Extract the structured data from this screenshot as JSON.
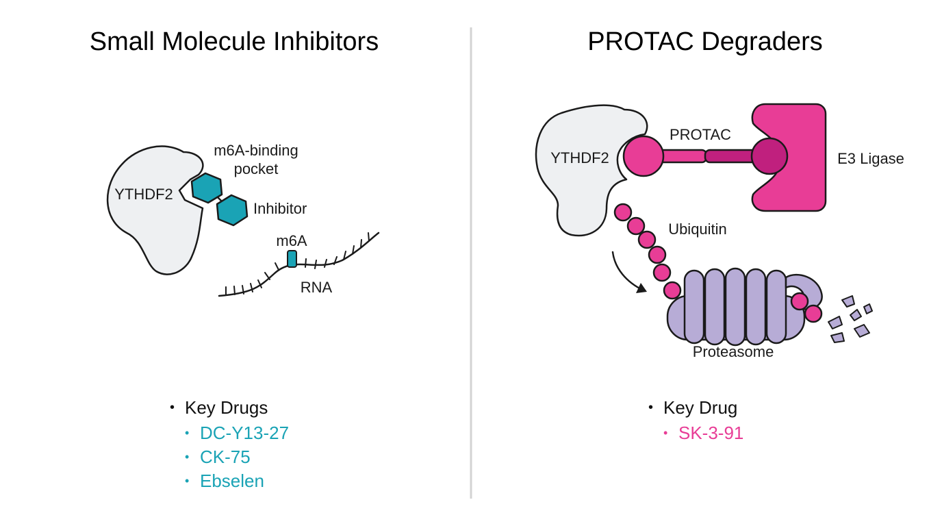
{
  "left_panel": {
    "title": "Small Molecule Inhibitors",
    "labels": {
      "protein": "YTHDF2",
      "pocket_line1": "m6A-binding",
      "pocket_line2": "pocket",
      "inhibitor": "Inhibitor",
      "mark": "m6A",
      "rna": "RNA"
    },
    "drugs_heading": "Key Drugs",
    "drugs": [
      "DC-Y13-27",
      "CK-75",
      "Ebselen"
    ]
  },
  "right_panel": {
    "title": "PROTAC Degraders",
    "labels": {
      "protein": "YTHDF2",
      "protac": "PROTAC",
      "ligase": "E3 Ligase",
      "ubiquitin": "Ubiquitin",
      "proteasome": "Proteasome"
    },
    "drugs_heading": "Key Drug",
    "drugs": [
      "SK-3-91"
    ]
  },
  "colors": {
    "teal": "#1aa3b5",
    "pink": "#e83d96",
    "magenta_dark": "#c0207e",
    "proteasome_purple": "#b7acd6",
    "protein_fill": "#eef0f2",
    "divider": "#d3d3d3"
  }
}
